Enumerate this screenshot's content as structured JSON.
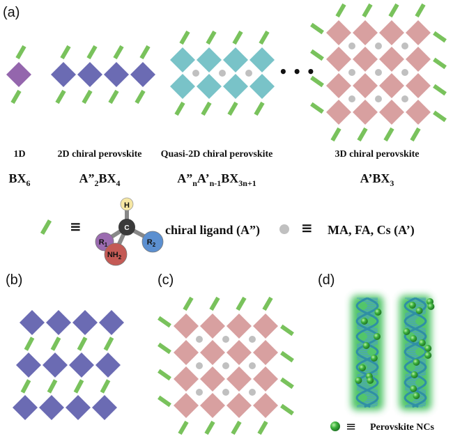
{
  "colors": {
    "octahedron_1d": "#9466ad",
    "octahedron_2d": "#6b6bb3",
    "octahedron_quasi2d": "#79c3c8",
    "octahedron_3d": "#d8a0a0",
    "ligand": "#79c25c",
    "cation": "#c0c0c0",
    "helix": "#4aa3b8",
    "helix_glow": "#3fbf5a",
    "nanocrystal": "#3aa83a",
    "atom_H": "#f6e7a3",
    "atom_C": "#3a3a3a",
    "atom_R1": "#9b6bb0",
    "atom_R2": "#5b8fd0",
    "atom_NH2": "#c45a55"
  },
  "panel_a": {
    "label": "(a)",
    "ellipsis": "• • •",
    "structures": [
      {
        "caption": "1D",
        "formula": {
          "parts": [
            {
              "t": "BX"
            },
            {
              "t": "6",
              "sub": true
            }
          ]
        },
        "octahedra_cols": 1,
        "octahedra_rows": 1
      },
      {
        "caption": "2D chiral perovskite",
        "formula": {
          "parts": [
            {
              "t": "A”"
            },
            {
              "t": "2",
              "sub": true
            },
            {
              "t": "BX"
            },
            {
              "t": "4",
              "sub": true
            }
          ]
        },
        "octahedra_cols": 4,
        "octahedra_rows": 1
      },
      {
        "caption": "Quasi-2D chiral perovskite",
        "formula": {
          "parts": [
            {
              "t": "A”"
            },
            {
              "t": "n",
              "sub": true
            },
            {
              "t": "A’"
            },
            {
              "t": "n-1",
              "sub": true
            },
            {
              "t": "BX"
            },
            {
              "t": "3n+1",
              "sub": true
            }
          ]
        },
        "octahedra_cols": 4,
        "octahedra_rows": 2
      },
      {
        "caption": "3D chiral perovskite",
        "formula": {
          "parts": [
            {
              "t": "A’BX"
            },
            {
              "t": "3",
              "sub": true
            }
          ]
        },
        "octahedra_cols": 4,
        "octahedra_rows": 4
      }
    ],
    "legend": {
      "equiv_symbol": "≡",
      "ligand_text": "chiral ligand (A”)",
      "cation_text": "MA, FA, Cs (A’)",
      "molecule": {
        "center": "C",
        "top": "H",
        "left": "R1",
        "right": "R2",
        "bottom": "NH2"
      }
    }
  },
  "panel_b": {
    "label": "(b)",
    "octahedra_cols": 4,
    "octahedra_rows": 3
  },
  "panel_c": {
    "label": "(c)",
    "octahedra_cols": 4,
    "octahedra_rows": 4
  },
  "panel_d": {
    "label": "(d)",
    "legend_text": "Perovskite NCs",
    "equiv_symbol": "≡",
    "helix_count": 2
  }
}
